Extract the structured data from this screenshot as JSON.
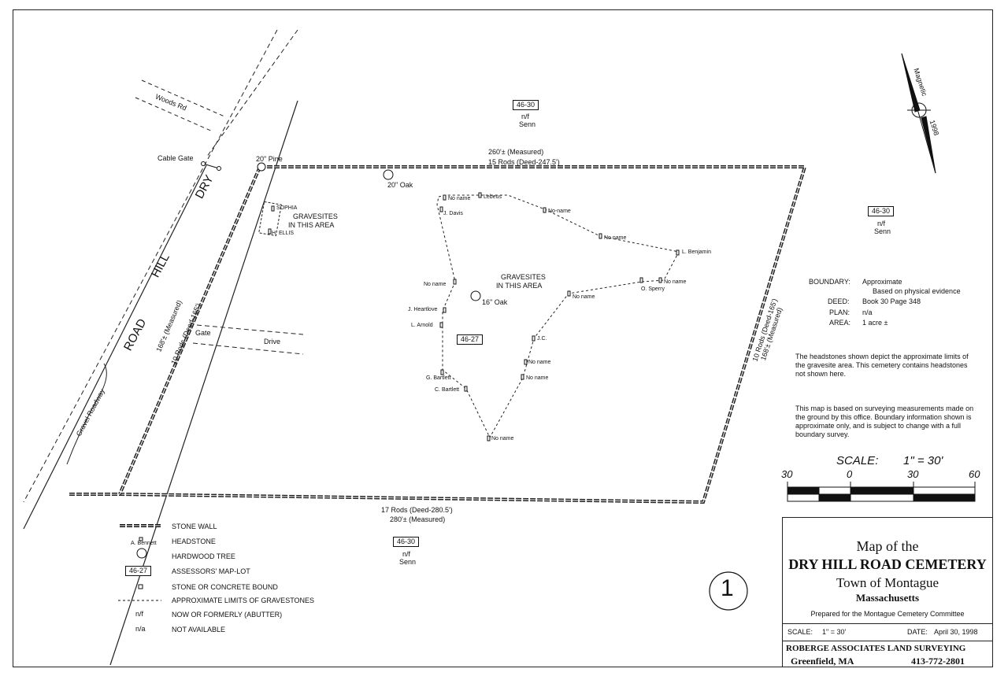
{
  "map": {
    "title_line1": "Map of the",
    "title_line2": "DRY HILL ROAD CEMETERY",
    "town": "Town of Montague",
    "state": "Massachusetts",
    "prepared_for": "Prepared for the Montague Cemetery Committee",
    "scale_label": "SCALE:",
    "scale_value": "1\" = 30'",
    "date_label": "DATE:",
    "date_value": "April 30, 1998",
    "firm": "ROBERGE ASSOCIATES LAND SURVEYING",
    "firm_city": "Greenfield, MA",
    "firm_phone": "413-772-2801",
    "sheet_number": "1"
  },
  "north_arrow": {
    "label": "Magnetic",
    "year": "1998"
  },
  "scale_bar": {
    "title": "SCALE:",
    "value": "1\" = 30'",
    "ticks": [
      "30",
      "0",
      "30",
      "60"
    ]
  },
  "roads": {
    "dry_hill_road": [
      "DRY",
      "HILL",
      "ROAD"
    ],
    "woods_rd": "Woods Rd",
    "gravel_roadway": "Gravel Roadway",
    "cable_gate": "Cable Gate",
    "gate": "Gate",
    "drive": "Drive"
  },
  "boundary_labels": {
    "north_measured": "260'± (Measured)",
    "north_deed": "15 Rods (Deed-247.5')",
    "south_deed": "17 Rods (Deed-280.5')",
    "south_measured": "280'± (Measured)",
    "west_measured": "168'± (Measured)",
    "west_deed": "10 Rods (Deed-165')",
    "east_deed": "10 Rods (Deed-165')",
    "east_measured": "168'± (Measured)"
  },
  "trees": {
    "pine": "20\" Pine",
    "oak_north": "20\" Oak",
    "oak_center": "16\" Oak"
  },
  "lots": {
    "north": {
      "id": "46-30",
      "nf": "n/f",
      "owner": "Senn"
    },
    "east": {
      "id": "46-30",
      "nf": "n/f",
      "owner": "Senn"
    },
    "south": {
      "id": "46-30",
      "nf": "n/f",
      "owner": "Senn"
    },
    "center": {
      "id": "46-27"
    }
  },
  "gravesite_labels": {
    "main_line1": "GRAVESITES",
    "main_line2": "IN THIS AREA",
    "west_line1": "GRAVESITES",
    "west_line2": "IN THIS AREA"
  },
  "headstones": [
    {
      "name": "SOPHIA"
    },
    {
      "name": "H. ELLIS"
    },
    {
      "name": "No name"
    },
    {
      "name": "Lebeus"
    },
    {
      "name": "J. Davis"
    },
    {
      "name": "No-name"
    },
    {
      "name": "No name"
    },
    {
      "name": "L. Benjamin"
    },
    {
      "name": "No name"
    },
    {
      "name": "O. Sperry"
    },
    {
      "name": "No name"
    },
    {
      "name": "No name"
    },
    {
      "name": "J. Heartlove"
    },
    {
      "name": "L. Arnold"
    },
    {
      "name": "J.C."
    },
    {
      "name": "No name"
    },
    {
      "name": "No name"
    },
    {
      "name": "G. Bartlett"
    },
    {
      "name": "C. Bartlett"
    },
    {
      "name": "No name"
    }
  ],
  "info": {
    "boundary_label": "BOUNDARY:",
    "boundary_value": "Approximate",
    "boundary_note": "Based on physical evidence",
    "deed_label": "DEED:",
    "deed_value": "Book 30 Page 348",
    "plan_label": "PLAN:",
    "plan_value": "n/a",
    "area_label": "AREA:",
    "area_value": "1 acre ±"
  },
  "notes": {
    "headstones": "The headstones shown depict the approximate limits of the gravesite area.  This cemetery contains headstones not shown here.",
    "survey": "This map is based on surveying measurements made on the ground by this office. Boundary information shown is approximate only, and is subject to change with a full boundary survey."
  },
  "legend": [
    {
      "symbol": "stone-wall",
      "label": "STONE WALL"
    },
    {
      "symbol": "headstone",
      "sample": "A. Bennett",
      "label": "HEADSTONE"
    },
    {
      "symbol": "tree",
      "label": "HARDWOOD TREE"
    },
    {
      "symbol": "lot",
      "sample": "46-27",
      "label": "ASSESSORS' MAP-LOT"
    },
    {
      "symbol": "bound",
      "label": "STONE OR CONCRETE BOUND"
    },
    {
      "symbol": "dashed",
      "label": "APPROXIMATE LIMITS OF GRAVESTONES"
    },
    {
      "symbol": "text",
      "sample": "n/f",
      "label": "NOW OR FORMERLY (ABUTTER)"
    },
    {
      "symbol": "text",
      "sample": "n/a",
      "label": "NOT AVAILABLE"
    }
  ]
}
